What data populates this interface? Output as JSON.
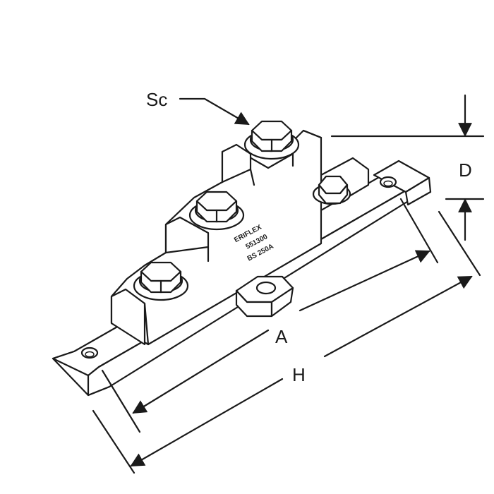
{
  "labels": {
    "screw": "Sc",
    "depth": "D",
    "hole_centres": "A",
    "overall_length": "H"
  },
  "markings": {
    "brand": "ERIFLEX",
    "part_number": "551300",
    "rating": "BS 250A"
  },
  "colors": {
    "line": "#1a1a1a",
    "fill": "#ffffff"
  }
}
